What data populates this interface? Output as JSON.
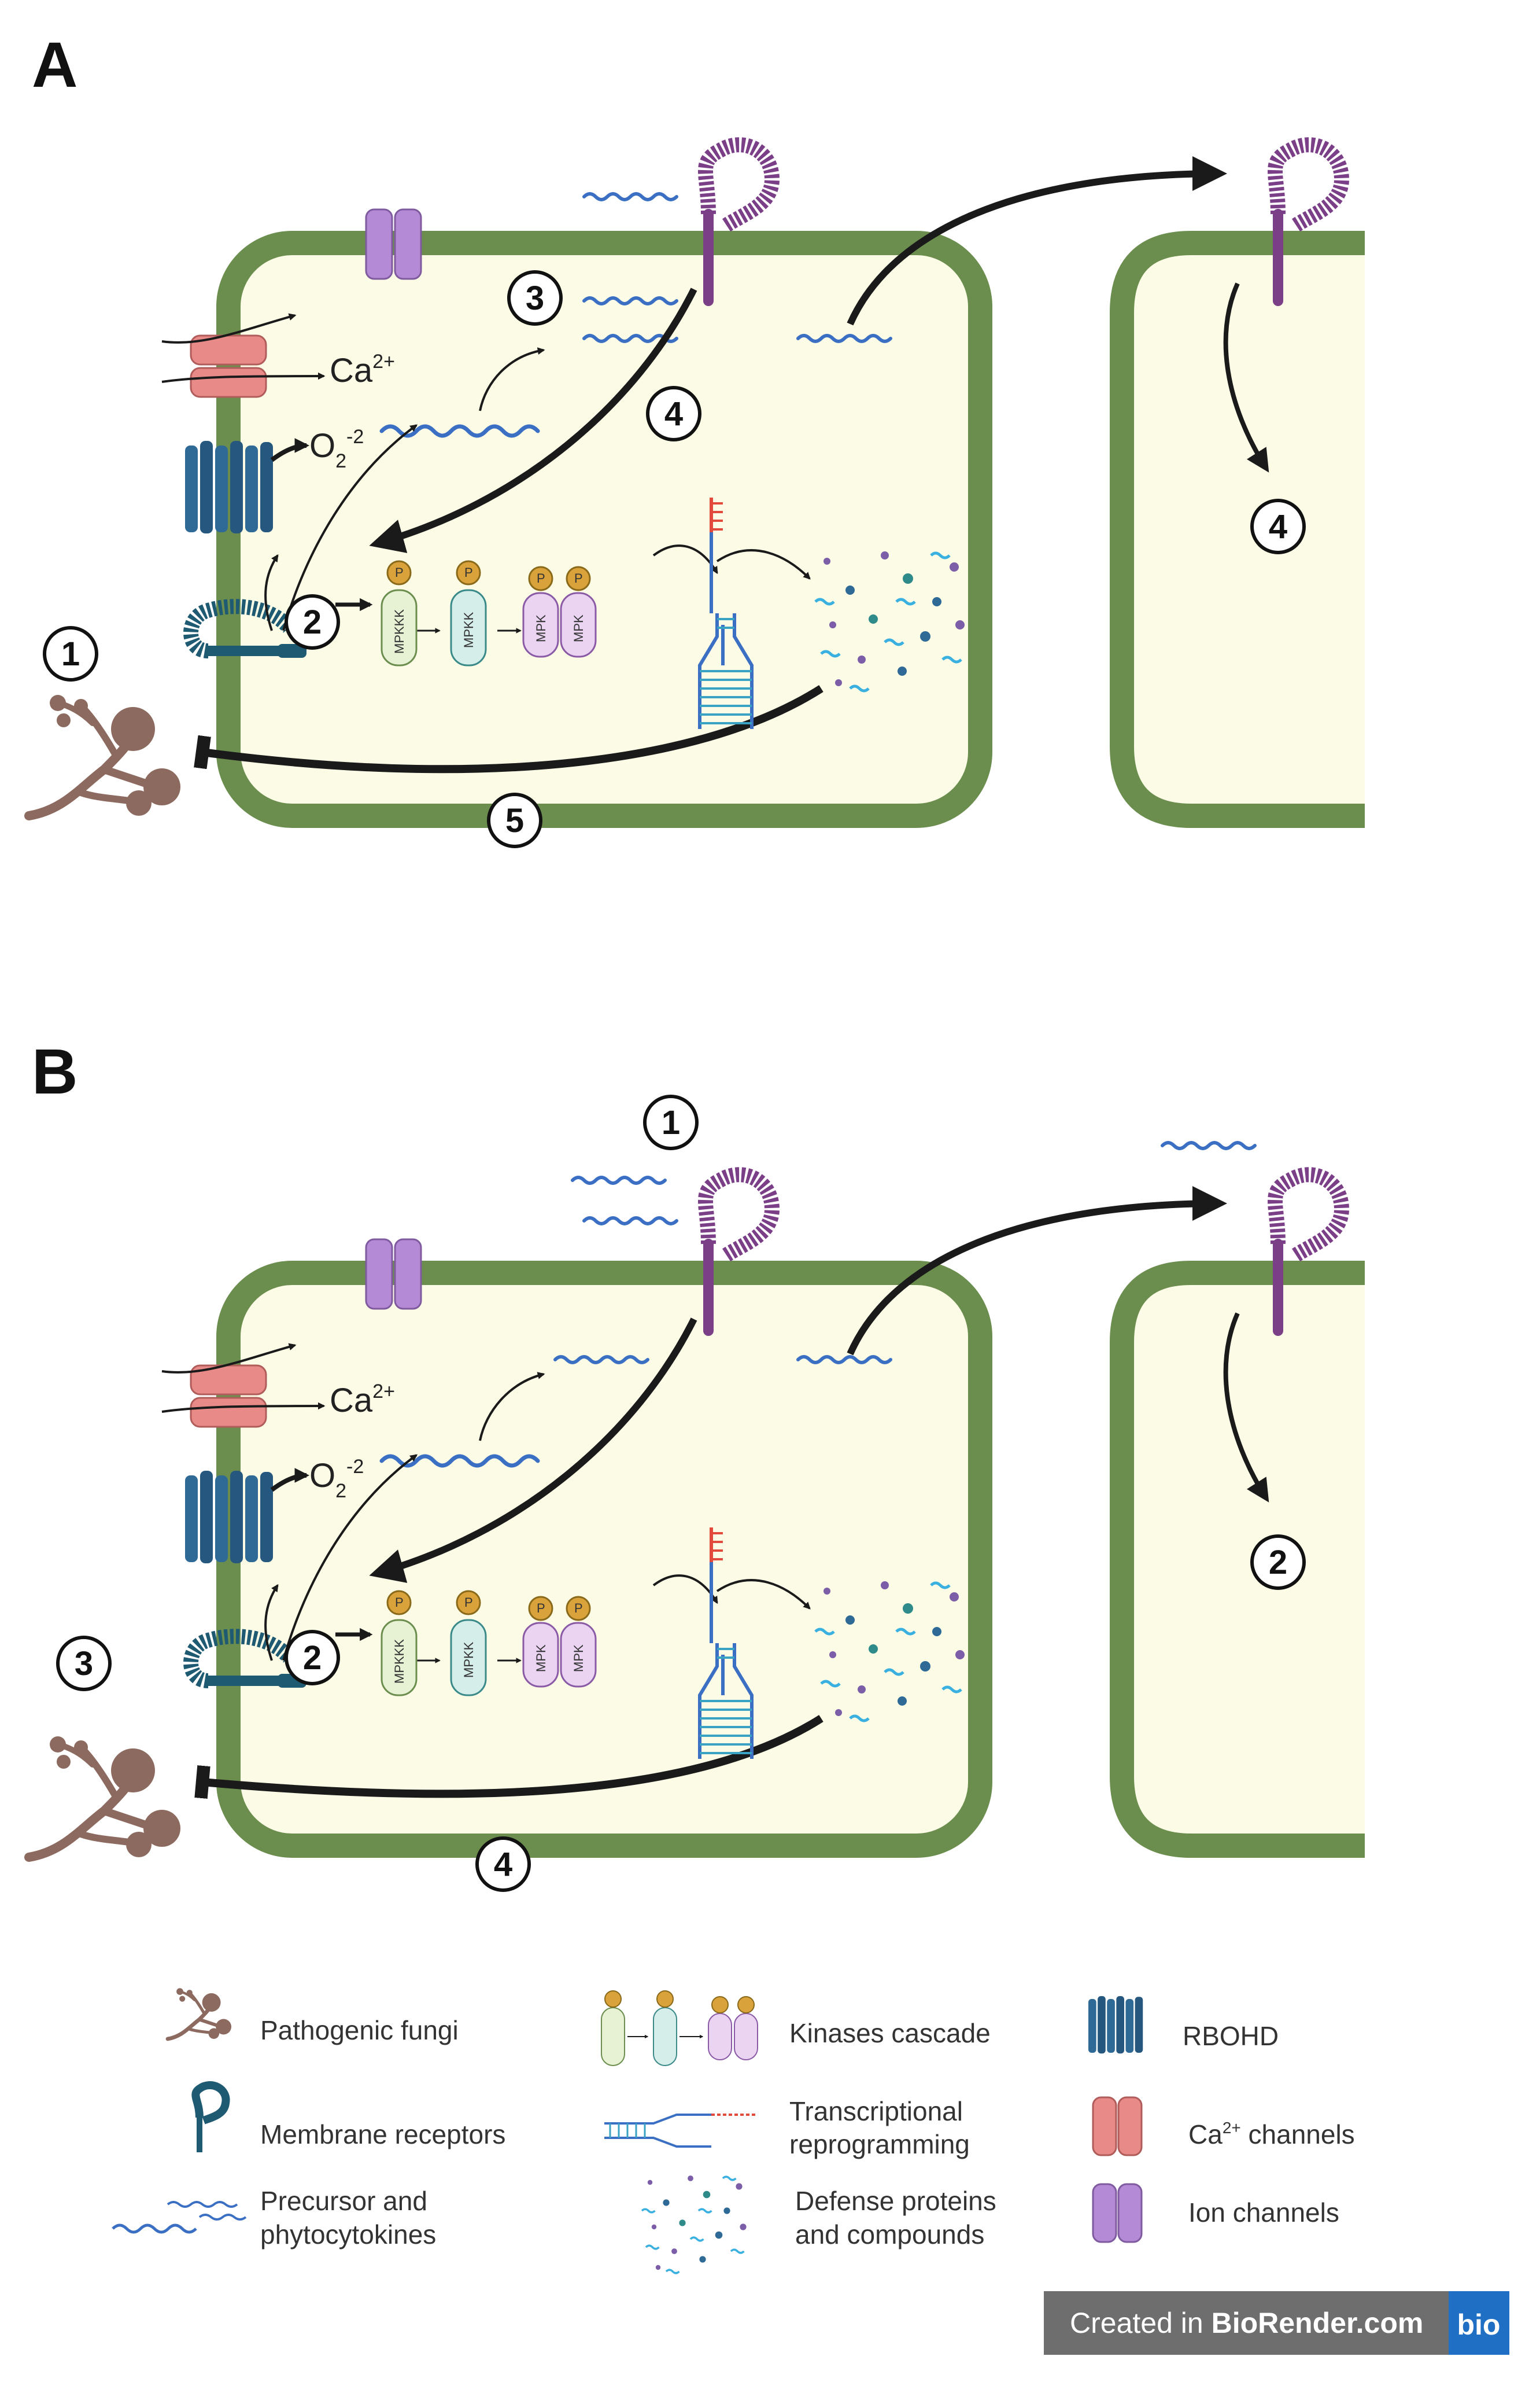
{
  "panels": [
    {
      "letter": "A",
      "steps": [
        "1",
        "2",
        "3",
        "4",
        "4",
        "5"
      ]
    },
    {
      "letter": "B",
      "steps": [
        "1",
        "2",
        "3",
        "4",
        "2"
      ]
    }
  ],
  "ions": {
    "calcium": "Ca",
    "calcium_charge": "2+",
    "superoxide": "O",
    "superoxide_sub": "2",
    "superoxide_sup": "-2"
  },
  "kinases": {
    "p": "P",
    "mpkkk": "MPKKK",
    "mpkk": "MPKK",
    "mpk": "MPK"
  },
  "legend": {
    "pathogenic_fungi": "Pathogenic fungi",
    "membrane_receptors": "Membrane receptors",
    "precursor_line1": "Precursor and",
    "precursor_line2": "phytocytokines",
    "kinases_cascade": "Kinases cascade",
    "transcriptional_line1": "Transcriptional",
    "transcriptional_line2": "reprogramming",
    "defense_line1": "Defense proteins",
    "defense_line2": "and compounds",
    "rbohd": "RBOHD",
    "ca_channels_prefix": "Ca",
    "ca_channels_sup": "2+",
    "ca_channels_suffix": " channels",
    "ion_channels": "Ion channels"
  },
  "credit": {
    "prefix": "Created in ",
    "brand": "BioRender.com",
    "logo": "bio"
  },
  "colors": {
    "cell_wall": "#6b8e4e",
    "cytoplasm": "#fbfbe6",
    "receptor_purple": "#7b3f88",
    "receptor_teal": "#1f5a73",
    "peptide_blue": "#3a6fc4",
    "ca_channel": "#e88a88",
    "ion_channel": "#b48ad6",
    "rbohd": "#2f6a96",
    "fungus": "#8c6a5f"
  }
}
